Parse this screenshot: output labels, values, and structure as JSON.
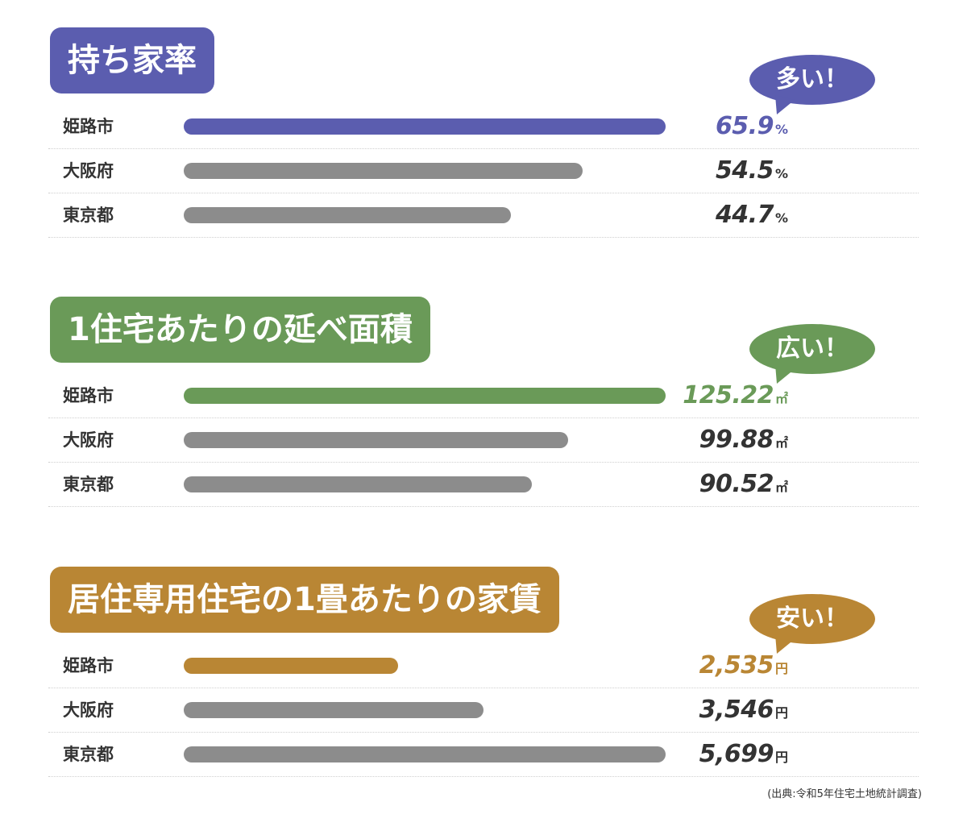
{
  "chart_data": [
    {
      "type": "bar",
      "title": "持ち家率",
      "callout": "多い！",
      "categories": [
        "姫路市",
        "大阪府",
        "東京都"
      ],
      "values": [
        65.9,
        54.5,
        44.7
      ],
      "value_labels": [
        "65.9",
        "54.5",
        "44.7"
      ],
      "unit": "%",
      "highlight_color": "#5b5daf",
      "bar_color": "#8c8c8c",
      "orientation": "horizontal"
    },
    {
      "type": "bar",
      "title": "1住宅あたりの延べ面積",
      "callout": "広い！",
      "categories": [
        "姫路市",
        "大阪府",
        "東京都"
      ],
      "values": [
        125.22,
        99.88,
        90.52
      ],
      "value_labels": [
        "125.22",
        "99.88",
        "90.52"
      ],
      "unit": "㎡",
      "highlight_color": "#6a9a58",
      "bar_color": "#8c8c8c",
      "orientation": "horizontal"
    },
    {
      "type": "bar",
      "title": "居住専用住宅の1畳あたりの家賃",
      "callout": "安い！",
      "categories": [
        "姫路市",
        "大阪府",
        "東京都"
      ],
      "values": [
        2535,
        3546,
        5699
      ],
      "value_labels": [
        "2,535",
        "3,546",
        "5,699"
      ],
      "unit": "円",
      "highlight_color": "#b98634",
      "bar_color": "#8c8c8c",
      "orientation": "horizontal"
    }
  ],
  "source": "(出典:令和5年住宅土地統計調査)"
}
